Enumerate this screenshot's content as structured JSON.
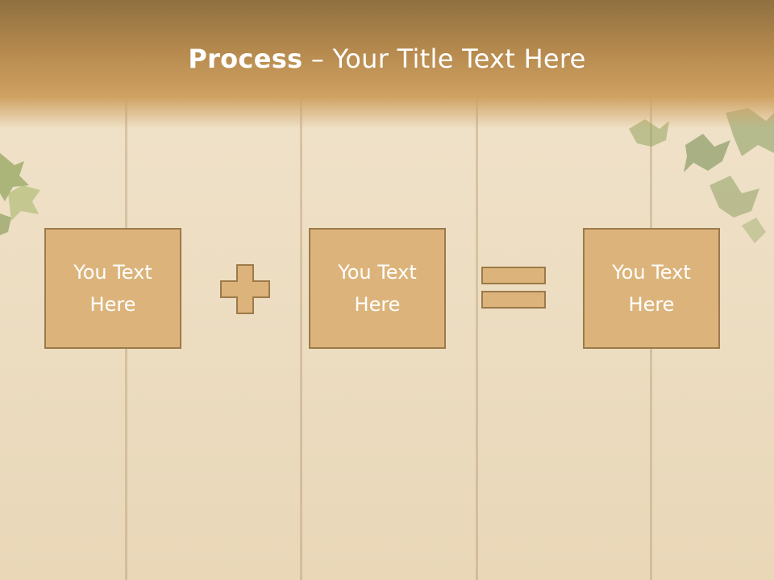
{
  "slide": {
    "title_bold": "Process",
    "title_rest": " – Your Title Text Here",
    "boxes": [
      {
        "text": "You Text Here"
      },
      {
        "text": "You Text Here"
      },
      {
        "text": "You Text Here"
      }
    ],
    "operators": [
      "plus-icon",
      "equals-icon"
    ],
    "colors": {
      "box_fill": "#dcb47b",
      "box_border": "#9b7a4a",
      "title_band": "#c49955",
      "wood": "#ecdcc0"
    }
  }
}
